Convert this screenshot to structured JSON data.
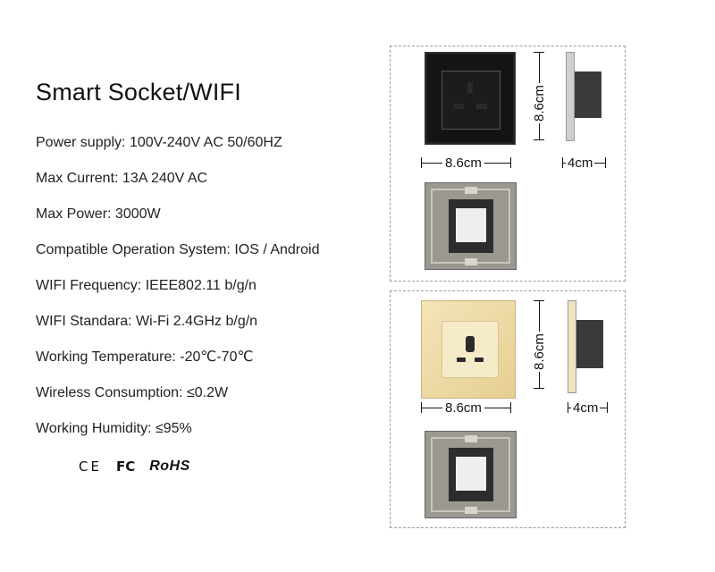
{
  "title": "Smart Socket/WIFI",
  "specs": [
    "Power supply: 100V-240V AC 50/60HZ",
    "Max Current: 13A 240V AC",
    "Max Power: 3000W",
    "Compatible Operation System: IOS / Android",
    "WIFI Frequency: IEEE802.11 b/g/n",
    "WIFI Standara: Wi-Fi 2.4GHz b/g/n",
    "Working Temperature: -20℃-70℃",
    "Wireless Consumption: ≤0.2W",
    "Working Humidity: ≤95%"
  ],
  "certifications": {
    "ce": "CE",
    "fc": "FC",
    "rohs": "RoHS"
  },
  "dimensions": {
    "height": "8.6cm",
    "width": "8.6cm",
    "depth": "4cm"
  },
  "colors": {
    "black_panel": "#141414",
    "gold_panel": "#ecd9a3",
    "panel_border": "#9a9a9a"
  }
}
